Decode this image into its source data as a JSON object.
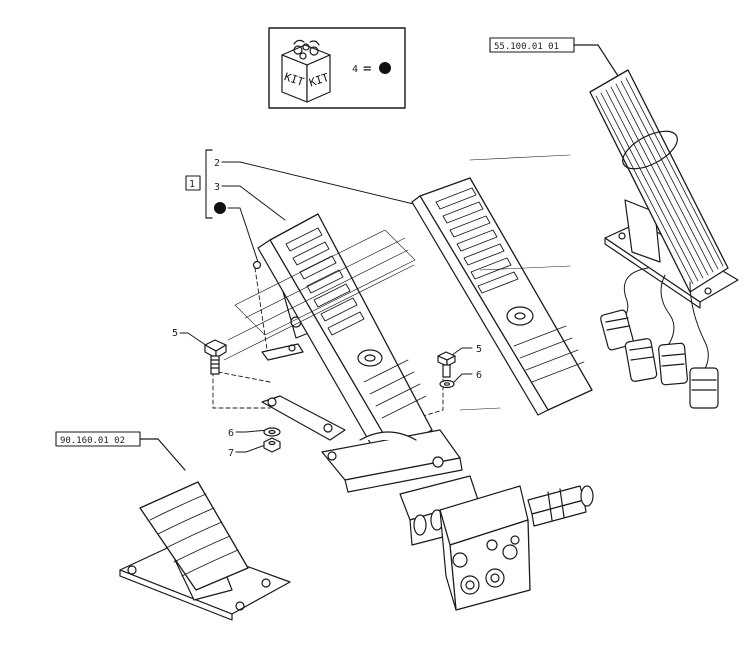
{
  "kit_legend": {
    "kit_word_1": "KIT",
    "kit_word_2": "KIT",
    "item_number": "4",
    "equals": "="
  },
  "references": {
    "accelerator_ref": "55.100.01 01",
    "pedal_ref": "90.160.01 02"
  },
  "callouts": {
    "group_label": "1",
    "item_2": "2",
    "item_3": "3",
    "item_5_left": "5",
    "item_5_right": "5",
    "item_6_left": "6",
    "item_6_right": "6",
    "item_7": "7"
  },
  "colors": {
    "line": "#1a1a1a",
    "fill": "#ffffff",
    "kit_dot": "#111111"
  }
}
